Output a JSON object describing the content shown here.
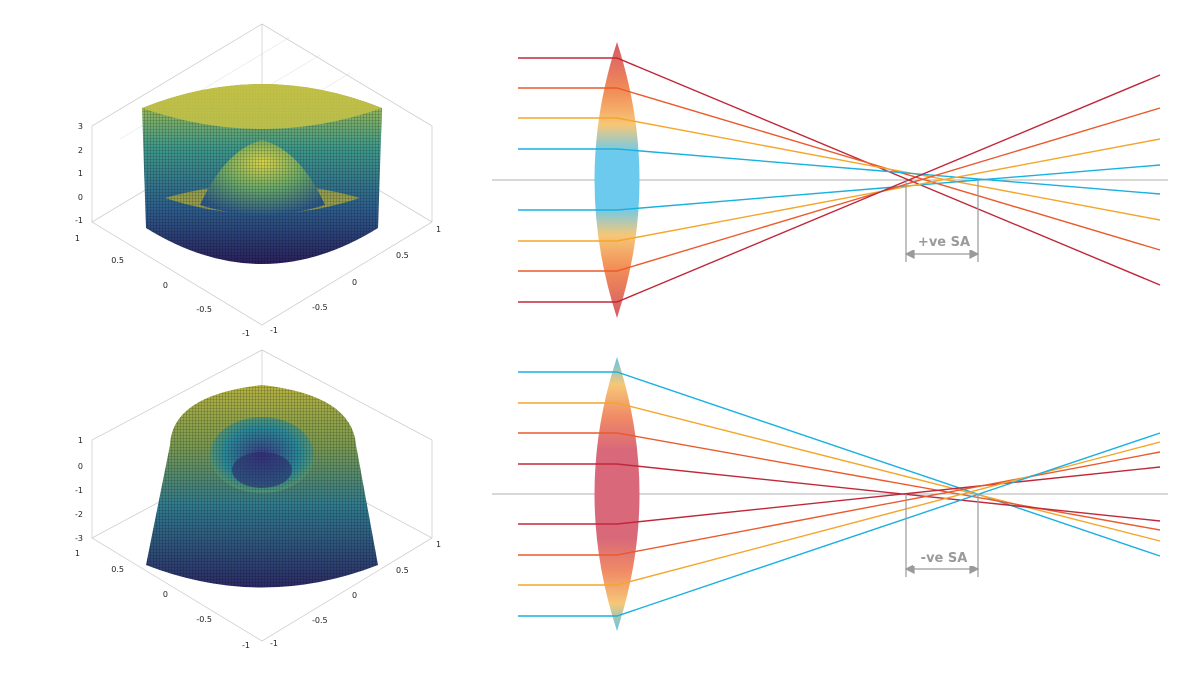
{
  "panels": {
    "surface_top": {
      "z_ticks": [
        "3",
        "2",
        "1",
        "0",
        "-1"
      ],
      "left_axis_ticks": [
        "1",
        "0.5",
        "0",
        "-0.5",
        "-1"
      ],
      "right_axis_ticks": [
        "1",
        "0.5",
        "0",
        "-0.5",
        "-1"
      ]
    },
    "surface_bottom": {
      "z_ticks": [
        "1",
        "0",
        "-1",
        "-2",
        "-3"
      ],
      "left_axis_ticks": [
        "1",
        "0.5",
        "0",
        "-0.5",
        "-1"
      ],
      "right_axis_ticks": [
        "1",
        "0.5",
        "0",
        "-0.5",
        "-1"
      ]
    },
    "lens_top": {
      "label": "+ve SA",
      "ray_colors": [
        "#c0283a",
        "#ea5a2c",
        "#f4a62a",
        "#1ab0e0",
        "#1ab0e0",
        "#f4a62a",
        "#ea5a2c",
        "#c0283a"
      ]
    },
    "lens_bottom": {
      "label": "-ve SA",
      "ray_colors": [
        "#1ab0e0",
        "#f4a62a",
        "#ea5a2c",
        "#c0283a",
        "#c0283a",
        "#ea5a2c",
        "#f4a62a",
        "#1ab0e0"
      ]
    }
  },
  "colors": {
    "red": "#c0283a",
    "orange": "#ea5a2c",
    "yellow": "#f4a62a",
    "blue": "#1ab0e0",
    "axis": "#b0b0b0",
    "dimension": "#9a9a9a"
  }
}
